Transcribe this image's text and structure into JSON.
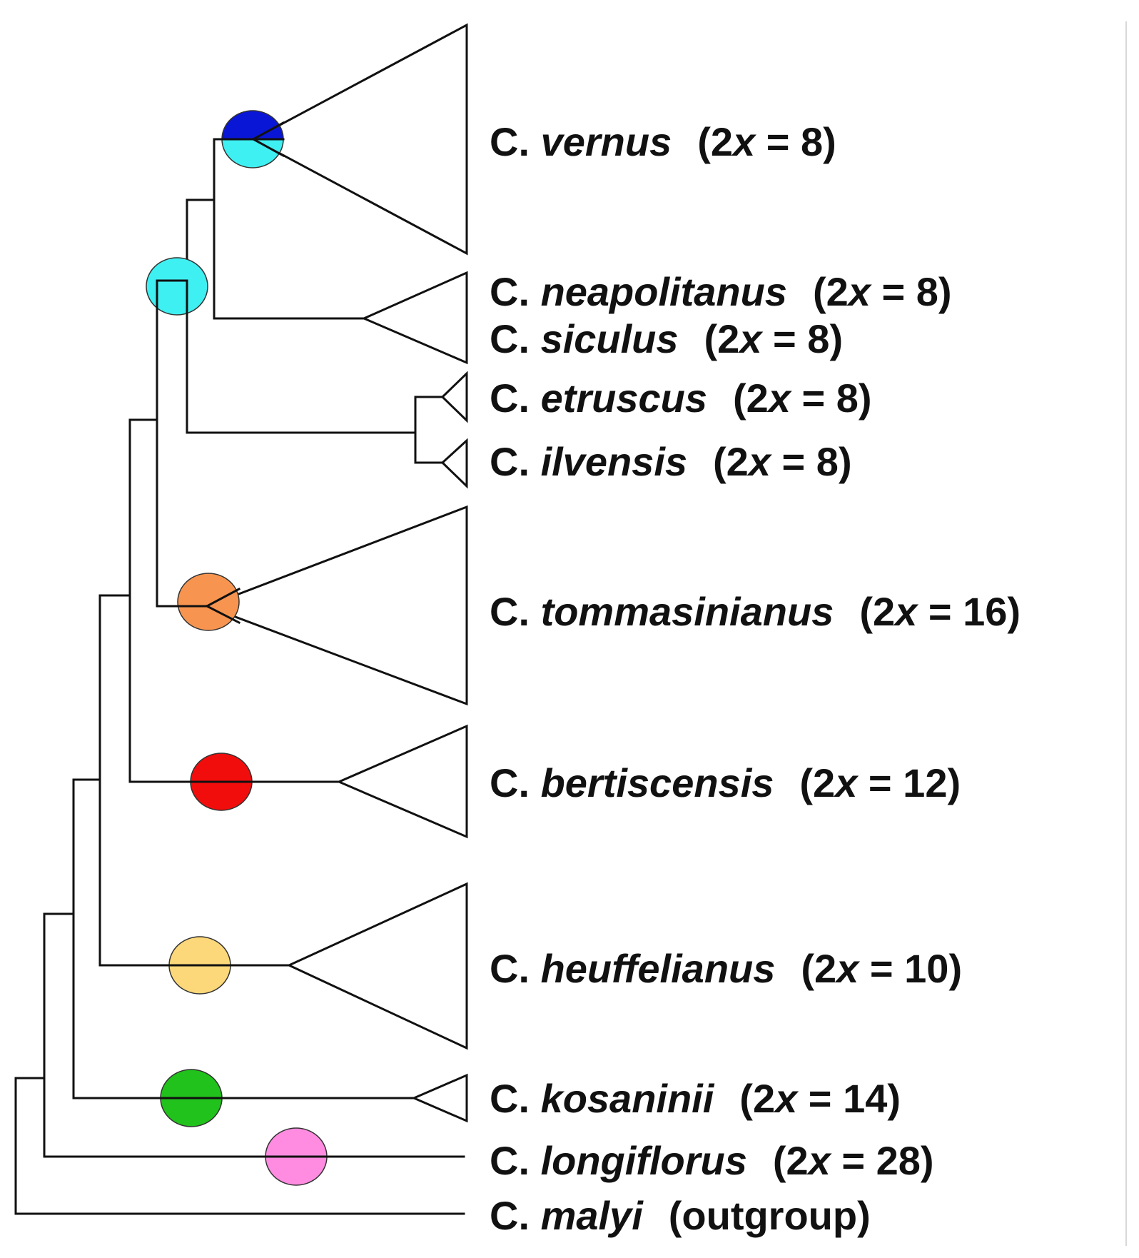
{
  "colors": {
    "line": "#111111",
    "vernus_node_top": "#0a16d6",
    "cyan_node": "#3ff0f2",
    "tommasinianus_node": "#f79550",
    "bertiscensis_node": "#f20d0d",
    "heuffelianus_node": "#fdd87a",
    "kosaninii_node": "#21c21b",
    "longiflorus_node": "#ff8ce0"
  },
  "taxa": [
    {
      "id": "vernus",
      "genus": "C.",
      "epithet": "vernus",
      "count_open": "(2",
      "count_x": "x",
      "count_close": " = 8)"
    },
    {
      "id": "neapolitanus",
      "genus": "C.",
      "epithet": "neapolitanus",
      "count_open": "(2",
      "count_x": "x",
      "count_close": " = 8)"
    },
    {
      "id": "siculus",
      "genus": "C.",
      "epithet": "siculus",
      "count_open": "(2",
      "count_x": "x",
      "count_close": " = 8)"
    },
    {
      "id": "etruscus",
      "genus": "C.",
      "epithet": "etruscus",
      "count_open": "(2",
      "count_x": "x",
      "count_close": " = 8)"
    },
    {
      "id": "ilvensis",
      "genus": "C.",
      "epithet": "ilvensis",
      "count_open": "(2",
      "count_x": "x",
      "count_close": " = 8)"
    },
    {
      "id": "tommasinianus",
      "genus": "C.",
      "epithet": "tommasinianus",
      "count_open": "(2",
      "count_x": "x",
      "count_close": " = 16)"
    },
    {
      "id": "bertiscensis",
      "genus": "C.",
      "epithet": "bertiscensis",
      "count_open": "(2",
      "count_x": "x",
      "count_close": " = 12)"
    },
    {
      "id": "heuffelianus",
      "genus": "C.",
      "epithet": "heuffelianus",
      "count_open": "(2",
      "count_x": "x",
      "count_close": " = 10)"
    },
    {
      "id": "kosaninii",
      "genus": "C.",
      "epithet": "kosaninii",
      "count_open": "(2",
      "count_x": "x",
      "count_close": " = 14)"
    },
    {
      "id": "longiflorus",
      "genus": "C.",
      "epithet": "longiflorus",
      "count_open": "(2",
      "count_x": "x",
      "count_close": " = 28)"
    },
    {
      "id": "malyi",
      "genus": "C.",
      "epithet": "malyi",
      "count_open": "(outgroup)",
      "count_x": "",
      "count_close": ""
    }
  ]
}
